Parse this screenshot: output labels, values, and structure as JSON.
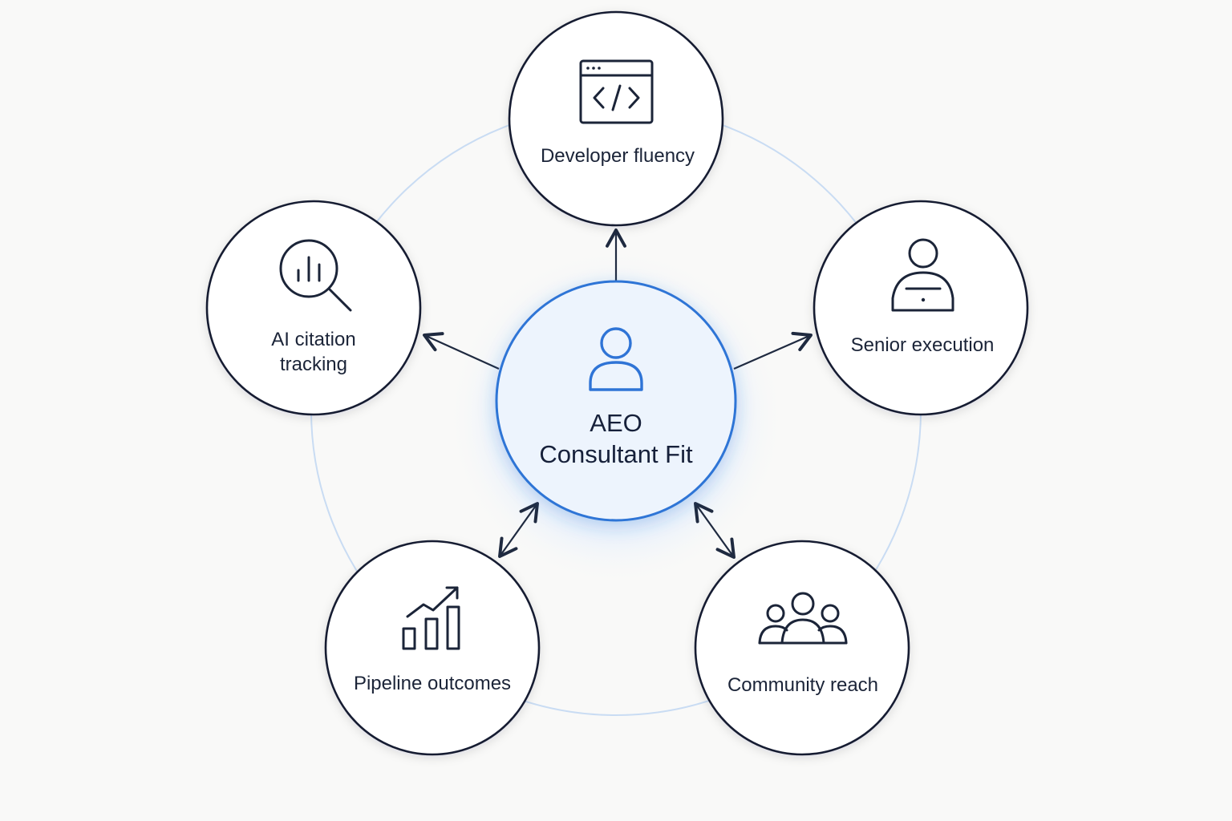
{
  "center": {
    "title_line1": "AEO",
    "title_line2": "Consultant Fit",
    "icon": "person-icon",
    "accent_color": "#2f74d6"
  },
  "nodes": [
    {
      "id": "developer-fluency",
      "label_lines": [
        "Developer fluency"
      ],
      "icon": "code-window-icon"
    },
    {
      "id": "senior-execution",
      "label_lines": [
        "Senior execution"
      ],
      "icon": "person-laptop-icon"
    },
    {
      "id": "community-reach",
      "label_lines": [
        "Community reach"
      ],
      "icon": "group-icon"
    },
    {
      "id": "pipeline-outcomes",
      "label_lines": [
        "Pipeline outcomes"
      ],
      "icon": "bar-chart-trend-icon"
    },
    {
      "id": "ai-citation-tracking",
      "label_lines": [
        "AI citation",
        "tracking"
      ],
      "icon": "magnifier-chart-icon"
    }
  ],
  "colors": {
    "background": "#f9f9f8",
    "node_stroke": "#141c30",
    "ring": "#c9dcf3",
    "center_fill": "#edf4fd",
    "center_glow": "#dceafb"
  }
}
